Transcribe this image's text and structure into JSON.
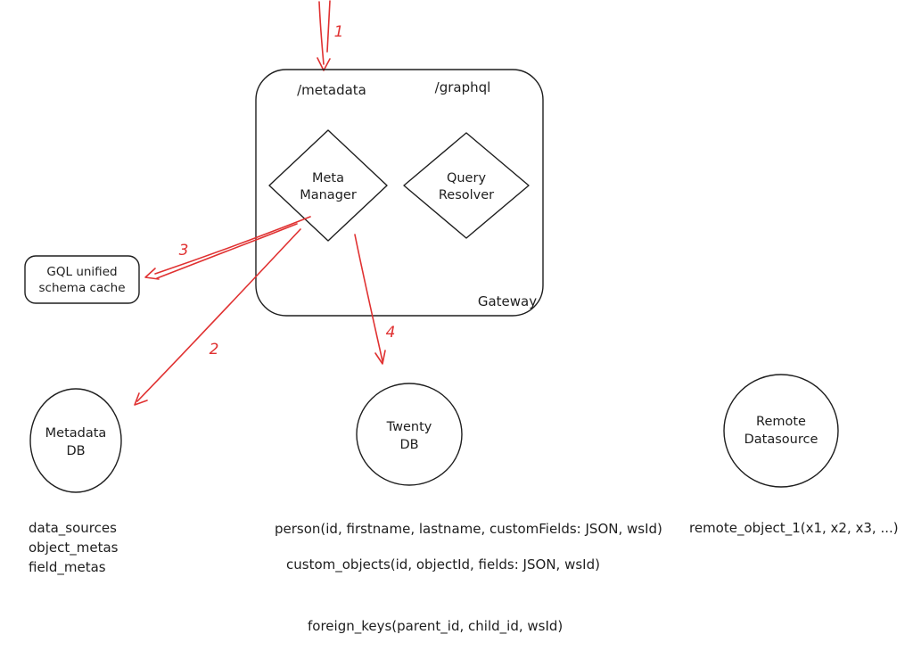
{
  "colors": {
    "ink": "#1e1e1e",
    "accent_red": "#e03131",
    "background": "#ffffff"
  },
  "gateway": {
    "label": "Gateway",
    "route_metadata": "/metadata",
    "route_graphql": "/graphql",
    "meta_manager": {
      "line1": "Meta",
      "line2": "Manager"
    },
    "query_resolver": {
      "line1": "Query",
      "line2": "Resolver"
    }
  },
  "schema_cache": {
    "line1": "GQL unified",
    "line2": "schema cache"
  },
  "databases": {
    "metadata_db": {
      "line1": "Metadata",
      "line2": "DB",
      "tables": [
        "data_sources",
        "object_metas",
        "field_metas"
      ]
    },
    "twenty_db": {
      "line1": "Twenty",
      "line2": "DB",
      "tables": [
        "person(id, firstname, lastname, customFields: JSON, wsId)",
        "custom_objects(id, objectId, fields: JSON, wsId)",
        "foreign_keys(parent_id, child_id, wsId)"
      ]
    },
    "remote_datasource": {
      "line1": "Remote",
      "line2": "Datasource",
      "tables": [
        "remote_object_1(x1, x2, x3, ...)"
      ]
    }
  },
  "arrows": {
    "step1": "1",
    "step2": "2",
    "step3": "3",
    "step4": "4"
  }
}
